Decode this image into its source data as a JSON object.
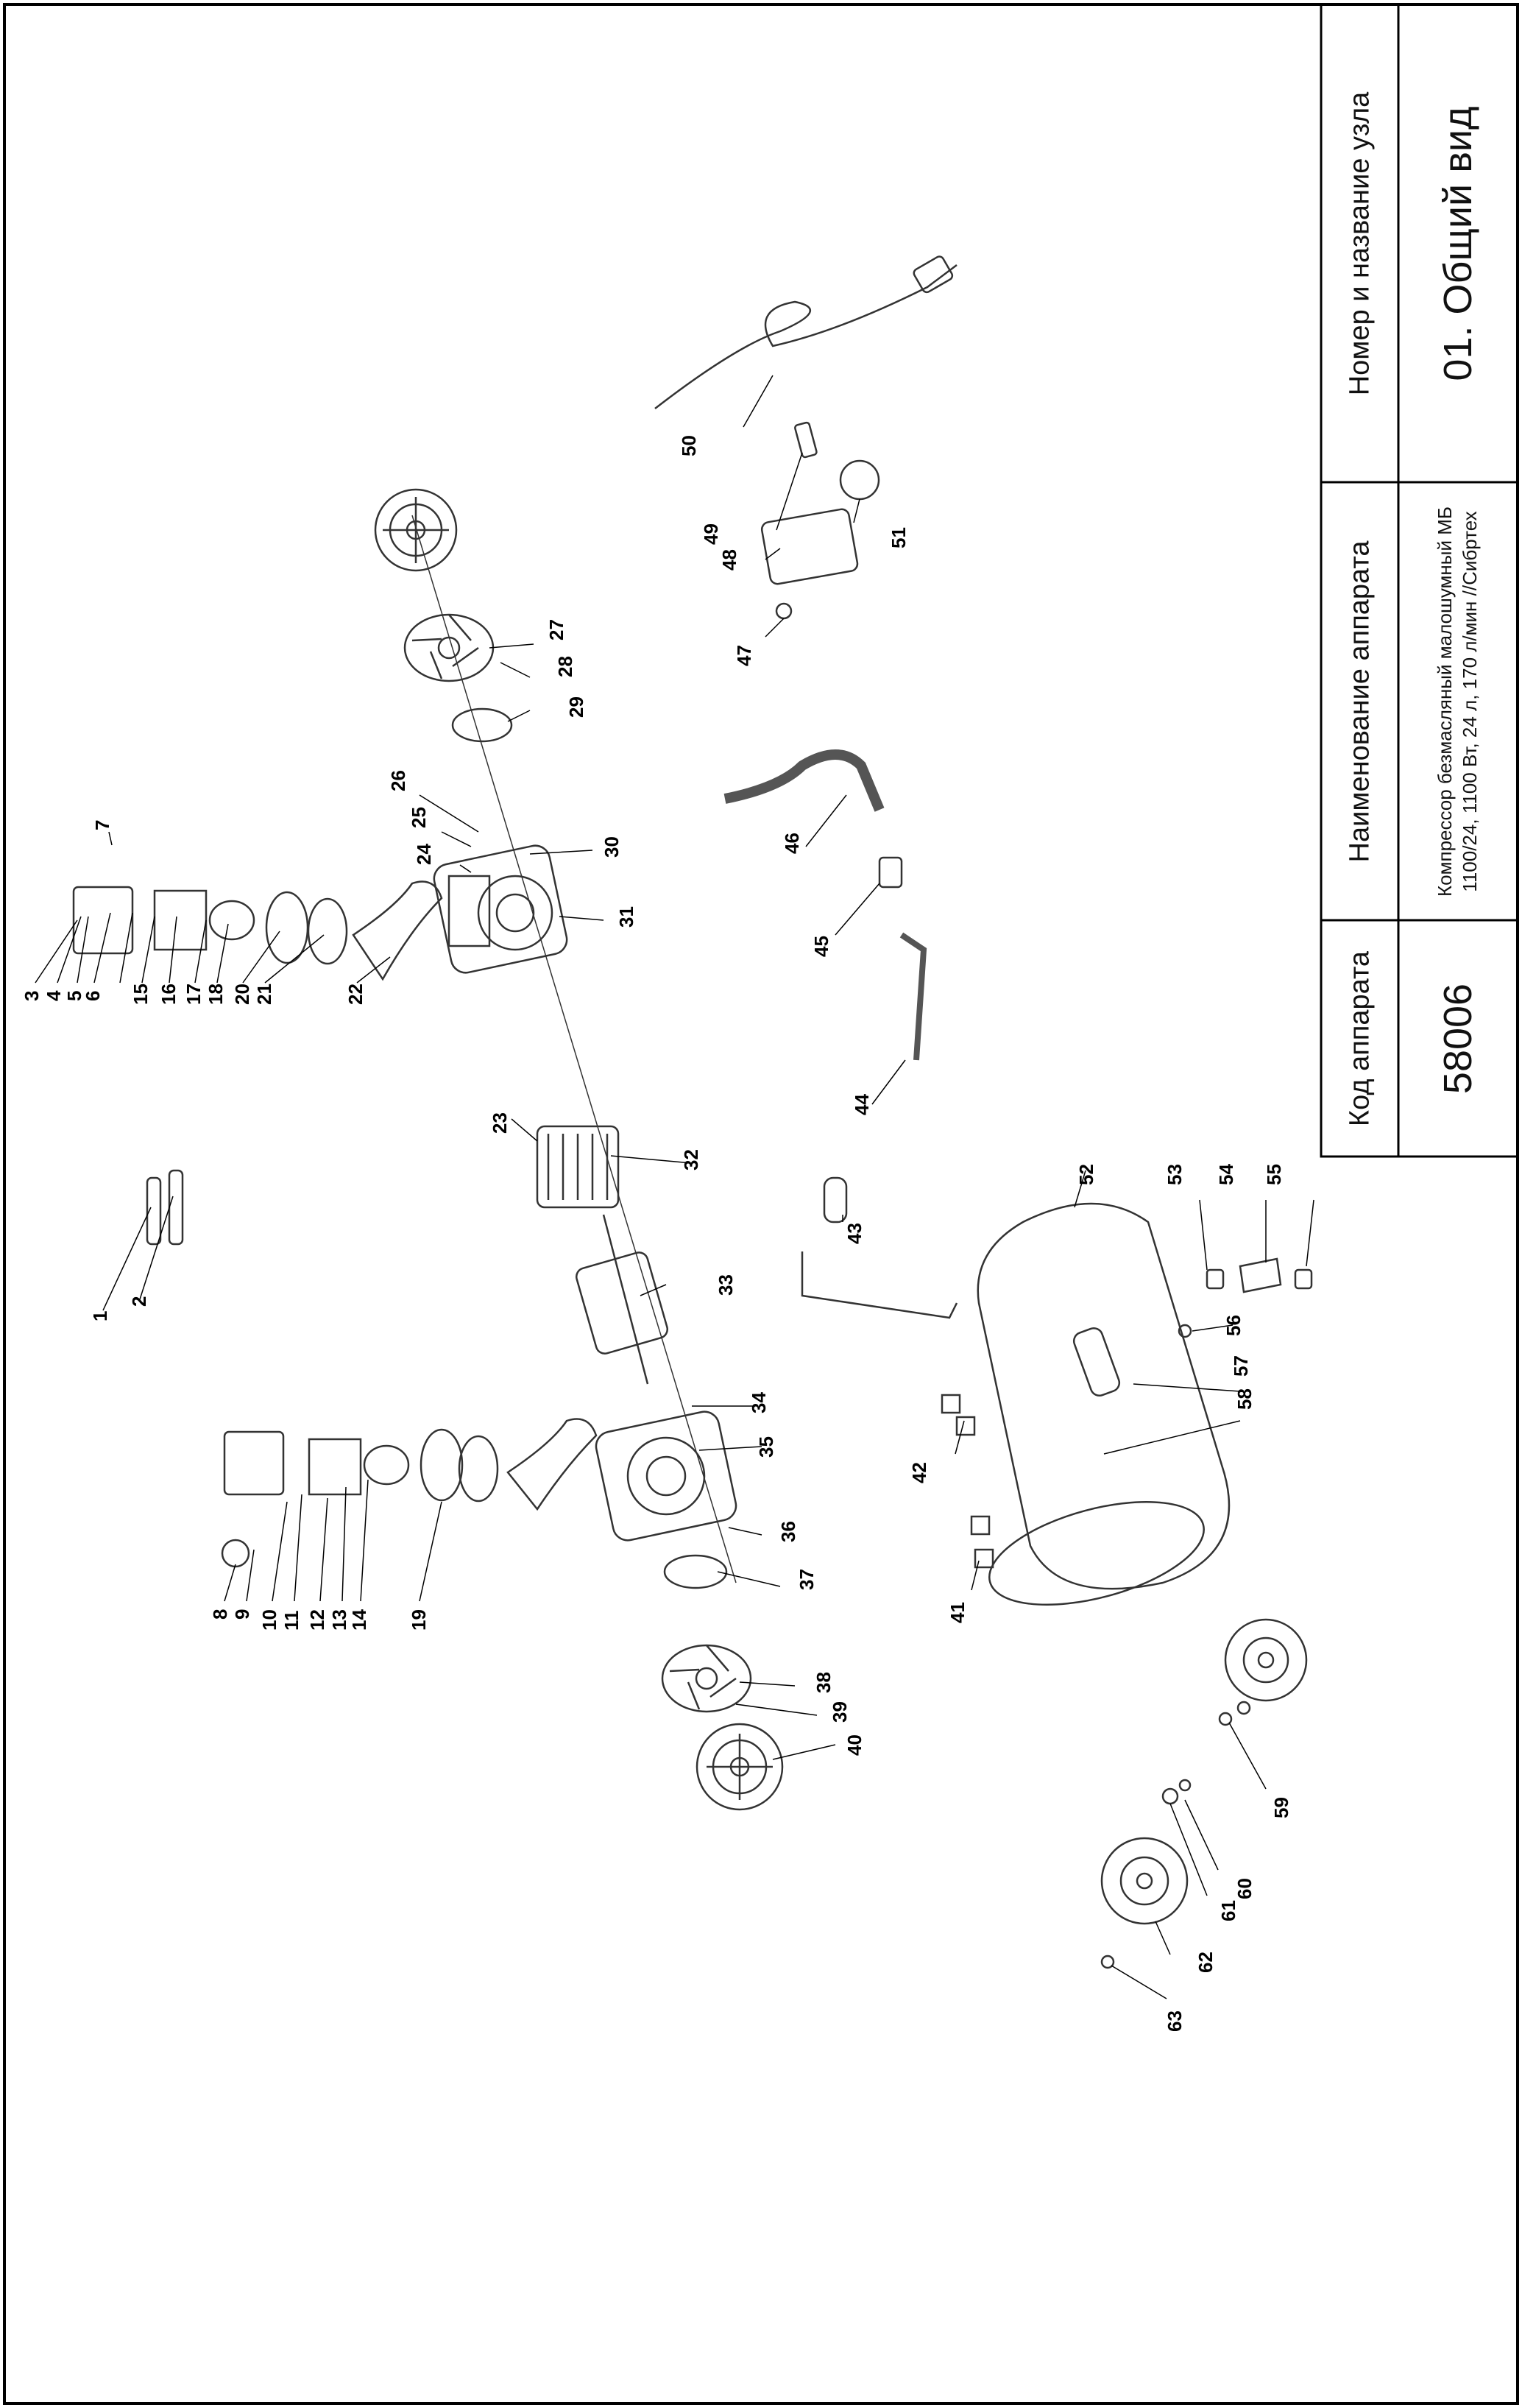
{
  "title_block": {
    "code_header": "Код аппарата",
    "code_value": "58006",
    "name_header": "Наименование аппарата",
    "name_value": "Компрессор безмасляный малошумный МБ 1100/24, 1100 Вт, 24 л, 170 л/мин //Сибртех",
    "node_header": "Номер и название узла",
    "node_value": "01. Общий вид"
  },
  "callouts": [
    "1",
    "2",
    "3",
    "4",
    "5",
    "6",
    "7",
    "8",
    "9",
    "10",
    "11",
    "12",
    "13",
    "14",
    "15",
    "16",
    "17",
    "18",
    "19",
    "20",
    "21",
    "22",
    "23",
    "24",
    "25",
    "26",
    "27",
    "28",
    "29",
    "30",
    "31",
    "32",
    "33",
    "34",
    "35",
    "36",
    "37",
    "38",
    "39",
    "40",
    "41",
    "42",
    "43",
    "44",
    "45",
    "46",
    "47",
    "48",
    "49",
    "50",
    "51",
    "52",
    "53",
    "54",
    "55",
    "56",
    "57",
    "58",
    "59",
    "60",
    "61",
    "62",
    "63"
  ]
}
